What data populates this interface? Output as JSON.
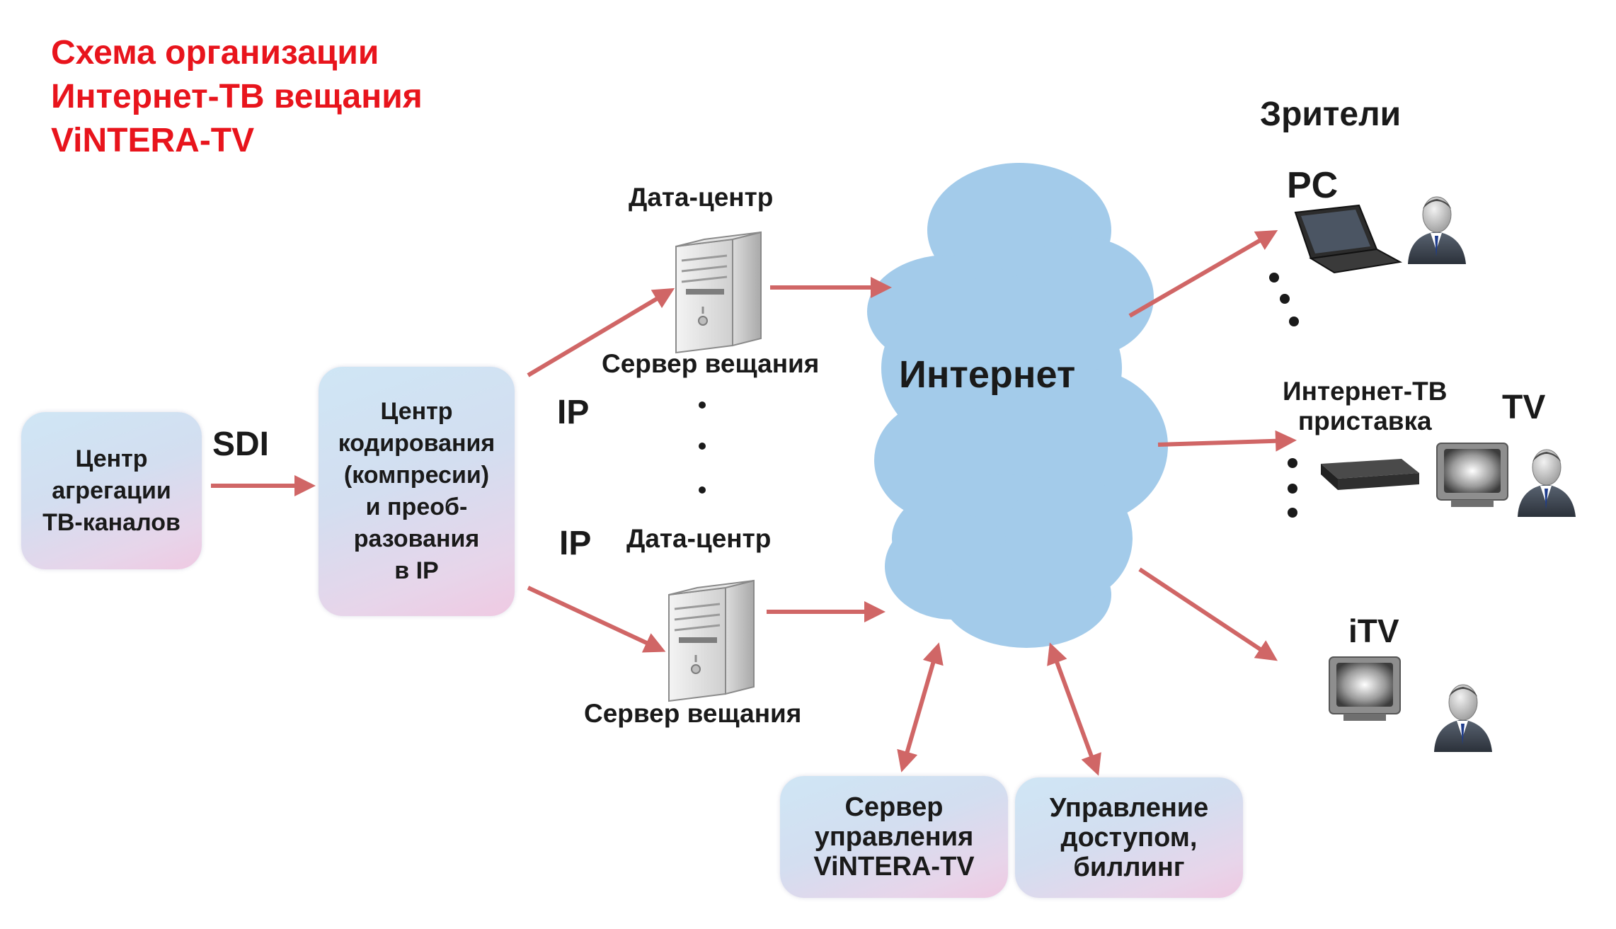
{
  "title": {
    "line1": "Схема организации",
    "line2": "Интернет-ТВ вещания",
    "line3": "ViNTERA-TV"
  },
  "boxes": {
    "aggregation": "Центр\nагрегации\nТВ-каналов",
    "encoding": "Центр\nкодирования\n(компресии)\nи преоб-\nразования\nв IP",
    "control_server": "Сервер\nуправления\nViNTERA-TV",
    "access": "Управление\nдоступом,\nбиллинг"
  },
  "labels": {
    "sdi": "SDI",
    "ip_top": "IP",
    "ip_bottom": "IP",
    "datacenter_top": "Дата-центр",
    "datacenter_bottom": "Дата-центр",
    "server_top": "Сервер вещания",
    "server_bottom": "Сервер вещания",
    "internet": "Интернет",
    "viewers": "Зрители",
    "pc": "PC",
    "stb": "Интернет-ТВ\nприставка",
    "tv": "TV",
    "itv": "iTV"
  },
  "colors": {
    "title": "#e8141c",
    "arrow": "#d06666",
    "cloud": "#a3cbea"
  },
  "icons": [
    "server-icon",
    "cloud-icon",
    "laptop-icon",
    "person-icon",
    "set-top-box-icon",
    "tv-icon"
  ]
}
